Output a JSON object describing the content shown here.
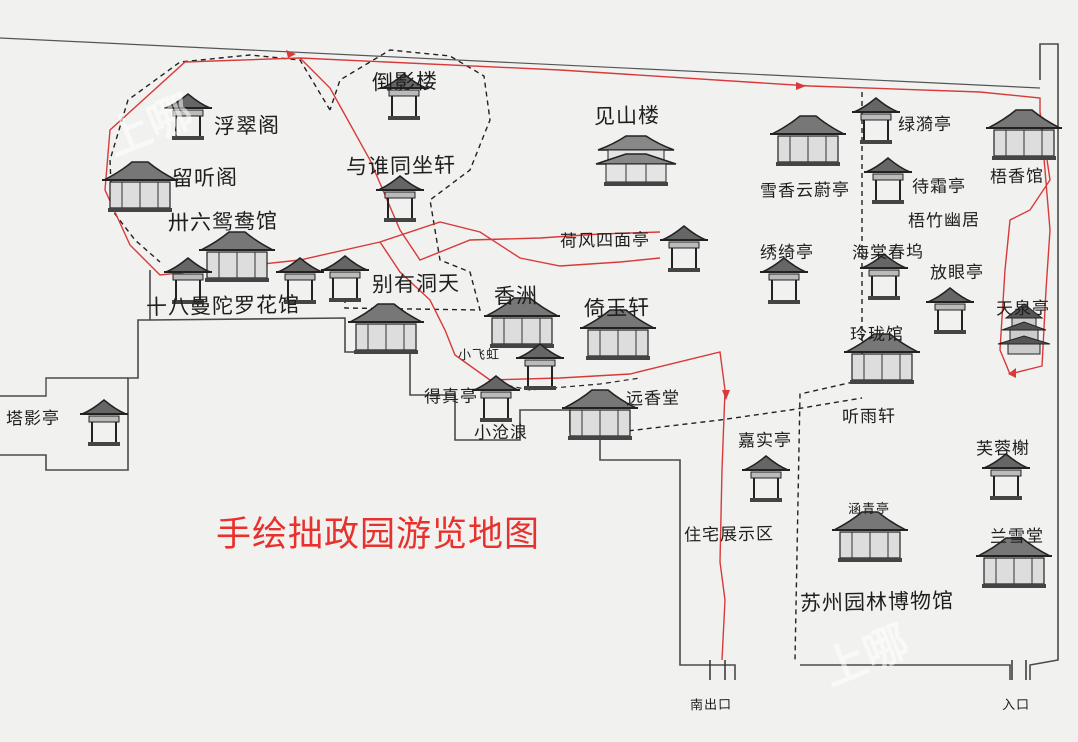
{
  "title": "手绘拙政园游览地图",
  "watermarks": [
    "上哪",
    "上哪"
  ],
  "route_color": "#d83a3a",
  "labels": {
    "fuci_ge": "浮翠阁",
    "liuting_ge": "留听阁",
    "sanshiliu_yuanyang_guan": "卅六鸳鸯馆",
    "shiba_mantuoluo_huaguan": "十八曼陀罗花馆",
    "daoying_lou": "倒影楼",
    "yushuitongzuo_xuan": "与谁同坐轩",
    "bieyou_dongtian": "别有洞天",
    "jianshan_lou": "见山楼",
    "hefeng_simian_ting": "荷风四面亭",
    "xiangzhou": "香洲",
    "yiyu_xuan": "倚玉轩",
    "xiaofeihong": "小飞虹",
    "deyi_ting": "得真亭",
    "xiaocanglang": "小沧浪",
    "yuanxiang_tang": "远香堂",
    "xuexiang_yunwei_ting": "雪香云蔚亭",
    "lvyi_ting": "绿漪亭",
    "shuxiang_guan": "梧香馆",
    "daishuang_ting": "待霜亭",
    "wuzhu_youju": "梧竹幽居",
    "xiuqi_ting": "绣绮亭",
    "haitang_chunwu": "海棠春坞",
    "fangyan_ting": "放眼亭",
    "tianquan_ting": "天泉亭",
    "linglong_guan": "玲珑馆",
    "tingyu_xuan": "听雨轩",
    "jiashi_ting": "嘉实亭",
    "furong_xie": "芙蓉榭",
    "hanqing_ting": "涵青亭",
    "lanxue_tang": "兰雪堂",
    "zhuzhai_zhanshiqu": "住宅展示区",
    "suzhou_yuanlin_bowuguan": "苏州园林博物馆",
    "nan_chukou": "南出口",
    "rukou": "入口",
    "taying_ting": "塔影亭"
  }
}
